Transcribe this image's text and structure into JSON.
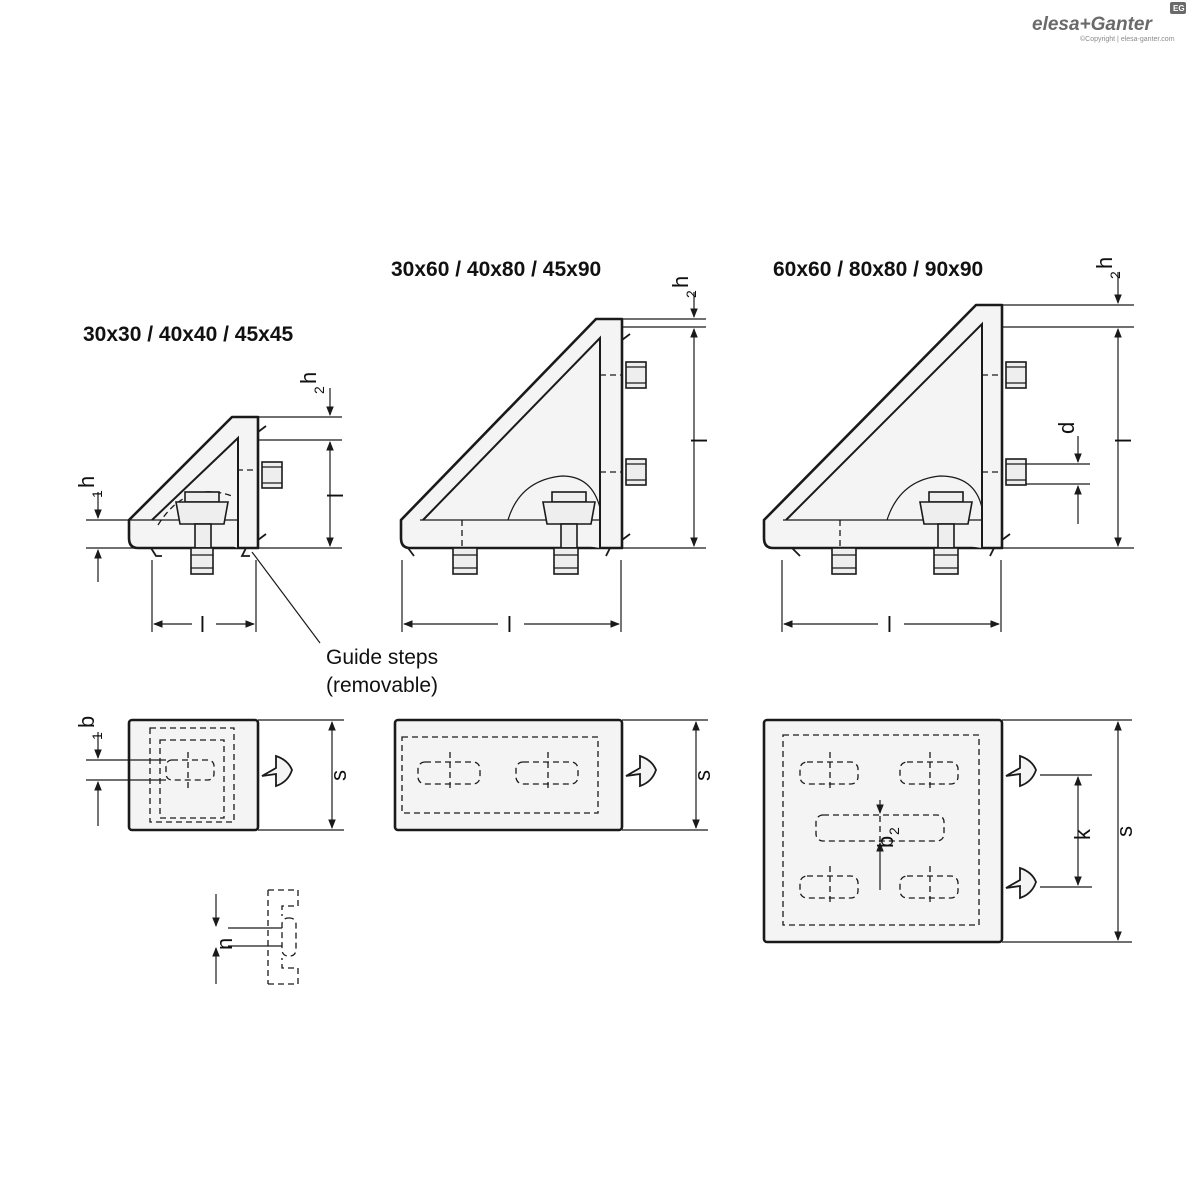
{
  "logo": {
    "brand": "elesa+Ganter",
    "copyright": "©Copyright | elesa-ganter.com",
    "badge": "EG"
  },
  "views": {
    "small": {
      "title": "30x30 / 40x40 / 45x45"
    },
    "medium": {
      "title": "30x60 / 40x80 / 45x90"
    },
    "large": {
      "title": "60x60 / 80x80 / 90x90"
    }
  },
  "labels": {
    "l": "l",
    "s": "s",
    "h": "h",
    "b": "b",
    "d": "d",
    "k": "k",
    "n": "n",
    "sub1": "1",
    "sub2": "2"
  },
  "note": {
    "line1": "Guide steps",
    "line2": "(removable)"
  },
  "colors": {
    "line": "#1a1a1a",
    "fill": "#f4f4f4",
    "logo": "#6a6a6a"
  }
}
